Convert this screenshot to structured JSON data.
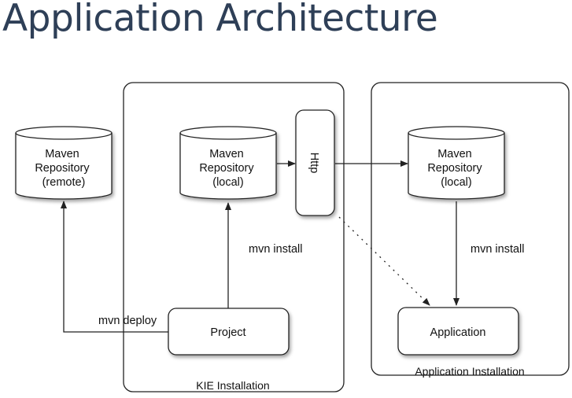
{
  "title": "Application Architecture",
  "diagram": {
    "groups": {
      "kie": "KIE Installation",
      "app": "Application Installation"
    },
    "nodes": {
      "remote_repo": [
        "Maven",
        "Repository",
        "(remote)"
      ],
      "kie_repo": [
        "Maven",
        "Repository",
        "(local)"
      ],
      "http": "Http",
      "app_repo": [
        "Maven",
        "Repository",
        "(local)"
      ],
      "project": "Project",
      "application": "Application"
    },
    "edges": {
      "deploy": "mvn deploy",
      "kie_install": "mvn install",
      "app_install": "mvn install"
    }
  }
}
